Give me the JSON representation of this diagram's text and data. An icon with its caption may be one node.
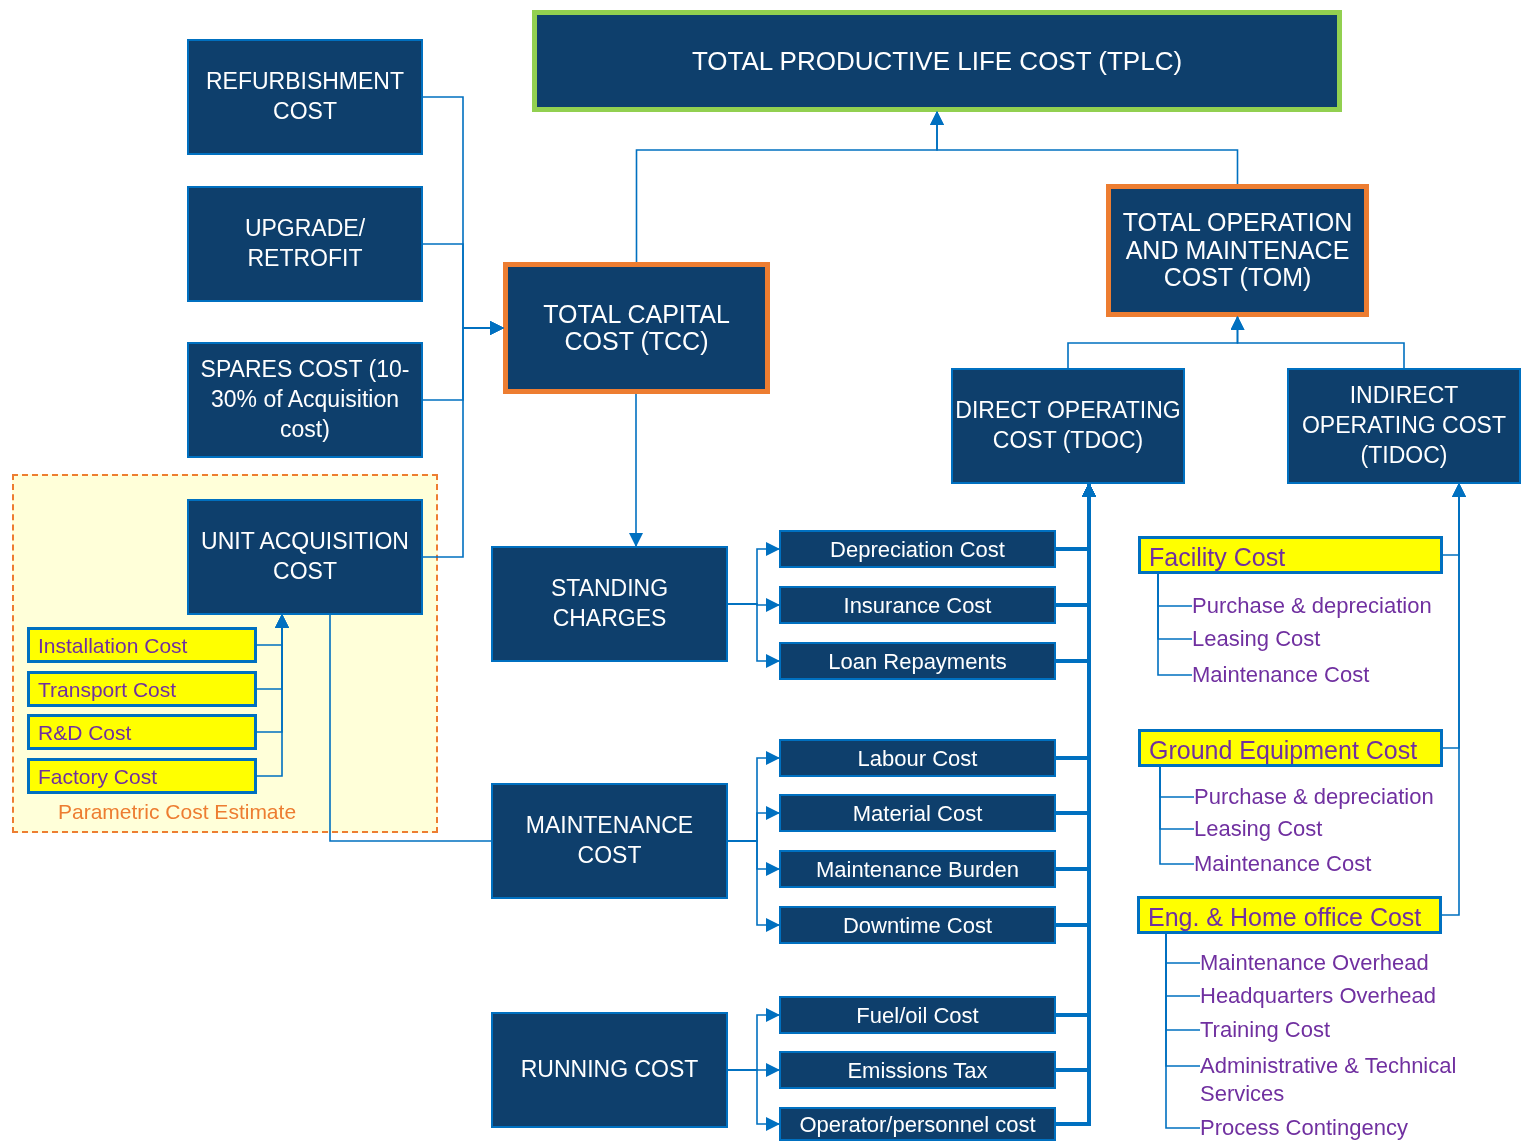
{
  "diagram": {
    "nodes": [
      {
        "text": [
          "TOTAL PRODUCTIVE LIFE COST (TPLC)"
        ]
      },
      {
        "text": [
          "REFURBISHMENT COST"
        ]
      },
      {
        "text": [
          "UPGRADE/ RETROFIT"
        ]
      },
      {
        "text": [
          "SPARES COST (10-30% of Acquisition cost)"
        ]
      },
      {
        "text": [
          "Parametric Cost Estimate"
        ]
      },
      {
        "text": [
          "UNIT ACQUISITION COST"
        ],
        "in": 4
      },
      {
        "text": [
          "Installation Cost"
        ],
        "in": 4
      },
      {
        "text": [
          "Transport Cost"
        ],
        "in": 4
      },
      {
        "text": [
          "R&D Cost"
        ],
        "in": 4
      },
      {
        "text": [
          "Factory Cost"
        ],
        "in": 4
      },
      {
        "text": [
          "TOTAL CAPITAL COST (TCC)"
        ]
      },
      {
        "text": [
          "TOTAL OPERATION AND MAINTENACE COST (TOM)"
        ]
      },
      {
        "text": [
          "DIRECT OPERATING COST (TDOC)"
        ]
      },
      {
        "text": [
          "INDIRECT OPERATING COST (TIDOC)"
        ]
      },
      {
        "text": [
          "STANDING CHARGES"
        ]
      },
      {
        "text": [
          "MAINTENANCE COST"
        ]
      },
      {
        "text": [
          "RUNNING COST"
        ]
      },
      {
        "text": [
          "Depreciation Cost"
        ]
      },
      {
        "text": [
          "Insurance Cost"
        ]
      },
      {
        "text": [
          "Loan Repayments"
        ]
      },
      {
        "text": [
          "Labour Cost"
        ]
      },
      {
        "text": [
          "Material Cost"
        ]
      },
      {
        "text": [
          "Maintenance Burden"
        ]
      },
      {
        "text": [
          "Downtime Cost"
        ]
      },
      {
        "text": [
          "Fuel/oil Cost"
        ]
      },
      {
        "text": [
          "Emissions Tax"
        ]
      },
      {
        "text": [
          "Operator/personnel cost"
        ]
      },
      {
        "text": [
          "Facility Cost"
        ]
      },
      {
        "text": [
          "Purchase & depreciation"
        ]
      },
      {
        "text": [
          "Leasing Cost"
        ]
      },
      {
        "text": [
          "Maintenance Cost"
        ]
      },
      {
        "text": [
          "Ground Equipment Cost"
        ]
      },
      {
        "text": [
          "Purchase & depreciation"
        ]
      },
      {
        "text": [
          "Leasing Cost"
        ]
      },
      {
        "text": [
          "Maintenance Cost"
        ]
      },
      {
        "text": [
          "Eng. & Home office Cost"
        ]
      },
      {
        "text": [
          "Maintenance Overhead"
        ]
      },
      {
        "text": [
          "Headquarters Overhead"
        ]
      },
      {
        "text": [
          "Training Cost"
        ]
      },
      {
        "text": [
          "Administrative & Technical Services"
        ]
      },
      {
        "text": [
          "Process Contingency"
        ]
      }
    ],
    "edges": [
      {
        "from": 1,
        "to": 10,
        "arrow": "to"
      },
      {
        "from": 2,
        "to": 10,
        "arrow": "to"
      },
      {
        "from": 3,
        "to": 10,
        "arrow": "to"
      },
      {
        "from": 5,
        "to": 10,
        "arrow": "to"
      },
      {
        "from": 6,
        "to": 5,
        "arrow": "to"
      },
      {
        "from": 7,
        "to": 5,
        "arrow": "to"
      },
      {
        "from": 8,
        "to": 5,
        "arrow": "to"
      },
      {
        "from": 9,
        "to": 5,
        "arrow": "to"
      },
      {
        "from": 10,
        "to": 0,
        "arrow": "to"
      },
      {
        "from": 11,
        "to": 0,
        "arrow": "to"
      },
      {
        "from": 12,
        "to": 11,
        "arrow": "to"
      },
      {
        "from": 13,
        "to": 11,
        "arrow": "to"
      },
      {
        "from": 10,
        "to": 14,
        "arrow": "to"
      },
      {
        "from": 5,
        "to": 15,
        "arrow": "none"
      },
      {
        "from": 14,
        "to": 17,
        "arrow": "to"
      },
      {
        "from": 14,
        "to": 18,
        "arrow": "to"
      },
      {
        "from": 14,
        "to": 19,
        "arrow": "to"
      },
      {
        "from": 15,
        "to": 20,
        "arrow": "to"
      },
      {
        "from": 15,
        "to": 21,
        "arrow": "to"
      },
      {
        "from": 15,
        "to": 22,
        "arrow": "to"
      },
      {
        "from": 15,
        "to": 23,
        "arrow": "to"
      },
      {
        "from": 16,
        "to": 24,
        "arrow": "to"
      },
      {
        "from": 16,
        "to": 25,
        "arrow": "to"
      },
      {
        "from": 16,
        "to": 26,
        "arrow": "to"
      },
      {
        "from": 17,
        "to": 12,
        "arrow": "to",
        "style": "thick"
      },
      {
        "from": 18,
        "to": 12,
        "arrow": "to",
        "style": "thick"
      },
      {
        "from": 19,
        "to": 12,
        "arrow": "to",
        "style": "thick"
      },
      {
        "from": 20,
        "to": 12,
        "arrow": "to",
        "style": "thick"
      },
      {
        "from": 21,
        "to": 12,
        "arrow": "to",
        "style": "thick"
      },
      {
        "from": 22,
        "to": 12,
        "arrow": "to",
        "style": "thick"
      },
      {
        "from": 23,
        "to": 12,
        "arrow": "to",
        "style": "thick"
      },
      {
        "from": 24,
        "to": 12,
        "arrow": "to",
        "style": "thick"
      },
      {
        "from": 25,
        "to": 12,
        "arrow": "to",
        "style": "thick"
      },
      {
        "from": 26,
        "to": 12,
        "arrow": "to",
        "style": "thick"
      },
      {
        "from": 27,
        "to": 13,
        "arrow": "to"
      },
      {
        "from": 31,
        "to": 13,
        "arrow": "to"
      },
      {
        "from": 35,
        "to": 13,
        "arrow": "to"
      },
      {
        "from": 27,
        "to": 28,
        "arrow": "none"
      },
      {
        "from": 27,
        "to": 29,
        "arrow": "none"
      },
      {
        "from": 27,
        "to": 30,
        "arrow": "none"
      },
      {
        "from": 31,
        "to": 32,
        "arrow": "none"
      },
      {
        "from": 31,
        "to": 33,
        "arrow": "none"
      },
      {
        "from": 31,
        "to": 34,
        "arrow": "none"
      },
      {
        "from": 35,
        "to": 36,
        "arrow": "none"
      },
      {
        "from": 35,
        "to": 37,
        "arrow": "none"
      },
      {
        "from": 35,
        "to": 38,
        "arrow": "none"
      },
      {
        "from": 35,
        "to": 39,
        "arrow": "none"
      },
      {
        "from": 35,
        "to": 40,
        "arrow": "none"
      }
    ]
  }
}
